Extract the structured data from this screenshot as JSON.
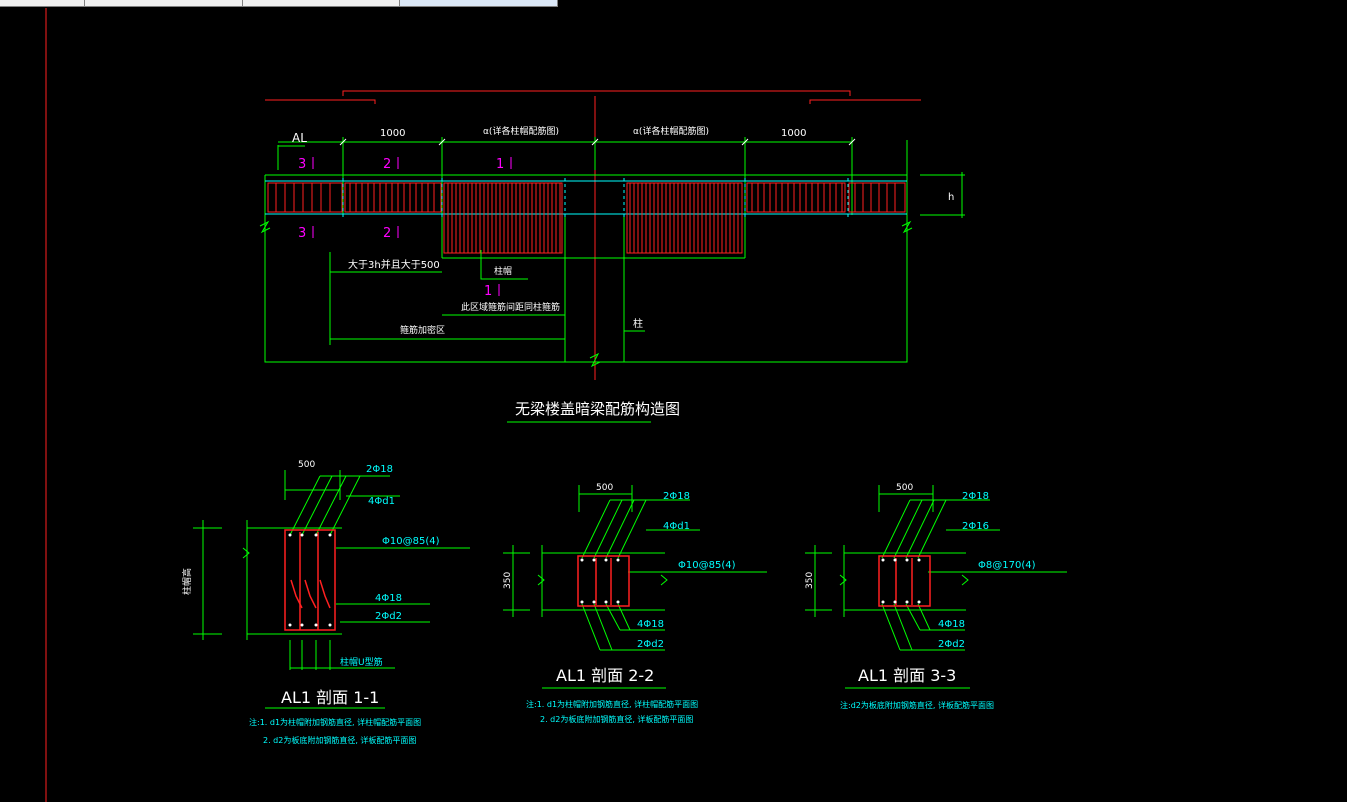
{
  "tabs": [
    {
      "label": "",
      "active": false
    },
    {
      "label": "",
      "active": false
    },
    {
      "label": "",
      "active": false
    },
    {
      "label": "",
      "active": true
    }
  ],
  "colors": {
    "background": "#000000",
    "dimension": "#00ff00",
    "rebar": "#ff2020",
    "zone_label": "#ff00ff",
    "annotation": "#00ffff",
    "note": "#00ffff",
    "title": "#ffffff"
  },
  "elevation": {
    "label_al": "AL",
    "dim_1000_left": "1000",
    "dim_a_left": "α(详各柱帽配筋图)",
    "dim_a_right": "α(详各柱帽配筋图)",
    "dim_1000_right": "1000",
    "label_h": "h",
    "zone_3": "3",
    "zone_2": "2",
    "zone_1": "1",
    "ann_3h": "大于3h并且大于500",
    "ann_cap": "柱帽",
    "ann_cap_zone": "此区域箍筋间距同柱箍筋",
    "ann_stirrup": "箍筋加密区",
    "ann_column": "柱",
    "title": "无梁楼盖暗梁配筋构造图"
  },
  "sections": [
    {
      "dim_top": "500",
      "bar_top": "2Φ18",
      "bar_d1": "4Φd1",
      "stirrup": "Φ10@85(4)",
      "bar_bottom": "4Φ18",
      "bar_d2": "2Φd2",
      "side_label": "柱帽高",
      "bottom_label": "柱帽U型筋",
      "title": "AL1  剖面 1-1",
      "note1": "注:1. d1为柱帽附加钢筋直径, 详柱帽配筋平面图",
      "note2": "2. d2为板底附加钢筋直径, 详板配筋平面图"
    },
    {
      "dim_top": "500",
      "bar_top": "2Φ18",
      "bar_d1": "4Φd1",
      "stirrup": "Φ10@85(4)",
      "bar_bottom": "4Φ18",
      "bar_d2": "2Φd2",
      "side_label": "350",
      "title": "AL1  剖面 2-2",
      "note1": "注:1. d1为柱帽附加钢筋直径, 详柱帽配筋平面图",
      "note2": "2. d2为板底附加钢筋直径, 详板配筋平面图"
    },
    {
      "dim_top": "500",
      "bar_top": "2Φ18",
      "bar_d1": "2Φ16",
      "stirrup": "Φ8@170(4)",
      "bar_bottom": "4Φ18",
      "bar_d2": "2Φd2",
      "side_label": "350",
      "title": "AL1  剖面 3-3",
      "note1": "注:d2为板底附加钢筋直径, 详板配筋平面图"
    }
  ]
}
